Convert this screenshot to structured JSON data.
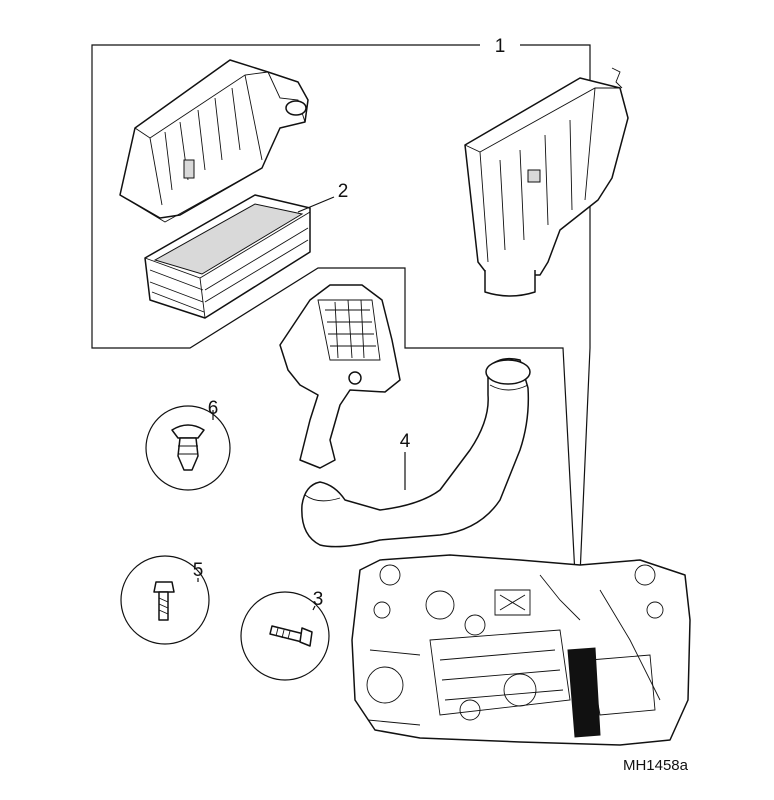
{
  "diagram": {
    "reference_code": "MH1458a",
    "callouts": [
      "1",
      "2",
      "3",
      "4",
      "5",
      "6"
    ]
  },
  "colors": {
    "line": "#111111",
    "background": "#ffffff",
    "shade": "#d9d9d9"
  }
}
